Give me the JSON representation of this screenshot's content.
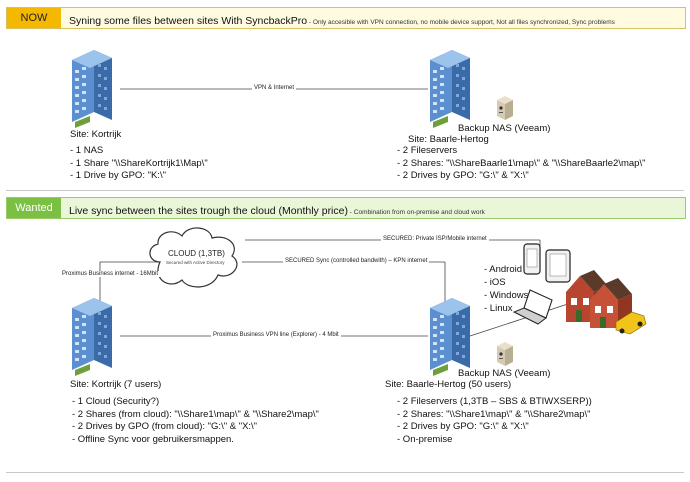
{
  "now": {
    "tag": "NOW",
    "title": "Syning some files between sites With SyncbackPro",
    "subtitle": " - Only accesible with VPN connection, no mobile device support, Not all files synchronized, Sync problems",
    "vpn_label": "VPN & Internet",
    "kortrijk": {
      "site": "Site: Kortrijk",
      "items": [
        "- 1 NAS",
        "- 1 Share \"\\\\ShareKortrijk1\\Map\\\"",
        "- 1 Drive by GPO: \"K:\\\""
      ]
    },
    "baarle": {
      "site": "Site: Baarle-Hertog",
      "nas": "Backup NAS (Veeam)",
      "items": [
        "- 2 Fileservers",
        "- 2 Shares:  \"\\\\ShareBaarle1\\map\\\" & \"\\\\ShareBaarle2\\map\\\"",
        "- 2 Drives by GPO: \"G:\\\" & \"X:\\\""
      ]
    }
  },
  "wanted": {
    "tag": "Wanted",
    "title": "Live sync between the sites trough the cloud (Monthly price)",
    "subtitle": " - Combination from on-premise and cloud work",
    "cloud_title": "CLOUD (1,3TB)",
    "cloud_subtitle": "Secured with Active Directory",
    "line_secured_private": "SECURED: Private ISP/Mobile internet",
    "line_secured_sync": "SECURED Sync (controlled bandwith) – KPN internet",
    "line_proximus_internet": "Proximus Business internet - 16Mbit",
    "line_proximus_vpn": "Proximus Business VPN line (Explorer) - 4 Mbit",
    "devices": [
      "- Android",
      "- iOS",
      "- Windows",
      "- Linux"
    ],
    "kortrijk": {
      "site": "Site: Kortrijk (7 users)",
      "items": [
        "- 1 Cloud (Security?)",
        "- 2 Shares (from cloud): \"\\\\Share1\\map\\\" & \"\\\\Share2\\map\\\"",
        "- 2 Drives by GPO (from cloud): \"G:\\\" & \"X:\\\"",
        "- Offline Sync voor gebruikersmappen."
      ]
    },
    "baarle": {
      "site": "Site: Baarle-Hertog (50 users)",
      "nas": "Backup NAS (Veeam)",
      "items": [
        "- 2 Fileservers (1,3TB – SBS & BTIWXSERP))",
        "- 2 Shares:  \"\\\\Share1\\map\\\" & \"\\\\Share2\\map\\\"",
        "- 2 Drives by GPO: \"G:\\\" & \"X:\\\"",
        "- On-premise"
      ]
    }
  },
  "colors": {
    "now_accent": "#f5b800",
    "wanted_accent": "#7cc043",
    "building": "#4a7fbf"
  }
}
